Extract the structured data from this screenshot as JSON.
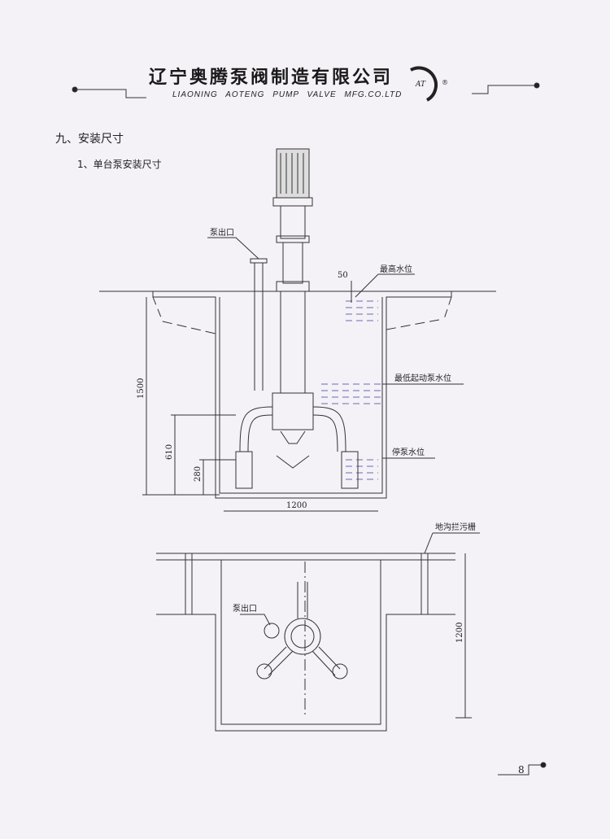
{
  "header": {
    "company_cn": "辽宁奥腾泵阀制造有限公司",
    "company_en": "LIAONING AOTENG PUMP VALVE MFG.CO.LTD",
    "logo_text": "AT",
    "registered": "®"
  },
  "section": {
    "title": "九、安装尺寸",
    "subtitle": "1、单台泵安装尺寸"
  },
  "elevation": {
    "outlet_label": "泵出口",
    "max_level": "最高水位",
    "freeboard": "50",
    "min_start_level": "最低起动泵水位",
    "stop_level": "停泵水位",
    "dim_depth": "1500",
    "dim_start": "610",
    "dim_stop": "280",
    "dim_width": "1200"
  },
  "plan": {
    "screen_label": "地沟拦污栅",
    "outlet_label": "泵出口",
    "dim_length": "1200"
  },
  "footer": {
    "page_number": "8"
  }
}
